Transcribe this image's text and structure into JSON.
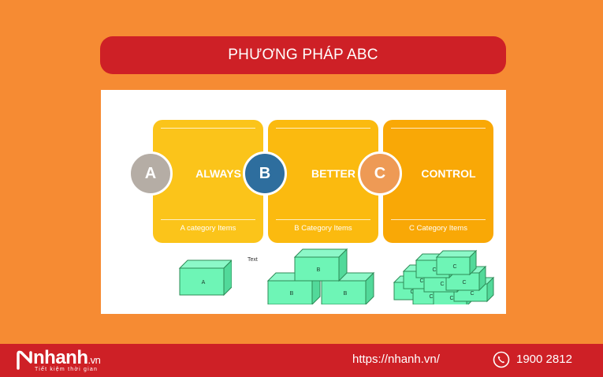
{
  "title": "PHƯƠNG PHÁP ABC",
  "colors": {
    "background": "#F68B33",
    "title_bar": "#CE2026",
    "card_a": "#FBC41A",
    "card_b": "#FBBA0F",
    "card_c": "#F9A806",
    "circle_a": "#B5ADA5",
    "circle_b": "#2E6E9E",
    "circle_c": "#EE9A55",
    "box_fill": "#6EF5B6",
    "box_edge": "#2E8B57"
  },
  "diagram": {
    "categories": [
      {
        "letter": "A",
        "word": "ALWAYS",
        "label": "A category Items",
        "box_text": "A"
      },
      {
        "letter": "B",
        "word": "BETTER",
        "label": "B Category Items",
        "box_text": "B"
      },
      {
        "letter": "C",
        "word": "CONTROL",
        "label": "C Category Items",
        "box_text": "C"
      }
    ],
    "text_label": "Text"
  },
  "footer": {
    "logo_text": "nhanh",
    "logo_suffix": ".vn",
    "logo_tagline": "Tiết kiệm thời gian",
    "logo_icon": "n-swoosh-logo-icon",
    "url": "https://nhanh.vn/",
    "phone_icon": "phone-icon",
    "phone": "1900 2812"
  }
}
